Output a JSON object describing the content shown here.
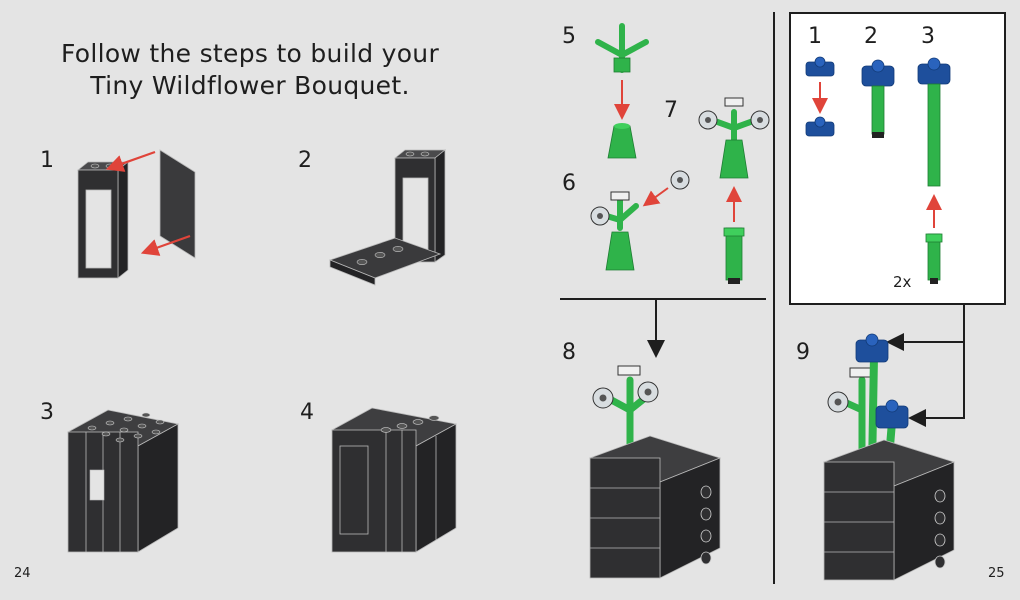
{
  "page": {
    "title_line1": "Follow the steps to build your",
    "title_line2": "Tiny Wildflower Bouquet."
  },
  "steps": {
    "s1": "1",
    "s2": "2",
    "s3": "3",
    "s4": "4",
    "s5": "5",
    "s6": "6",
    "s7": "7",
    "s8": "8",
    "s9": "9"
  },
  "inset": {
    "sub1": "1",
    "sub2": "2",
    "sub3": "3",
    "quantity": "2x"
  },
  "page_numbers": {
    "left": "24",
    "right": "25"
  },
  "colors": {
    "brick": "#2f2f31",
    "brick_edge": "#b9b9b9",
    "stem": "#2fb34a",
    "stem_dark": "#1f7d33",
    "flower_blue": "#1e4f9c",
    "flower_white": "#d8dde0",
    "arrow_red": "#e0443a",
    "line": "#1e1e1e"
  }
}
